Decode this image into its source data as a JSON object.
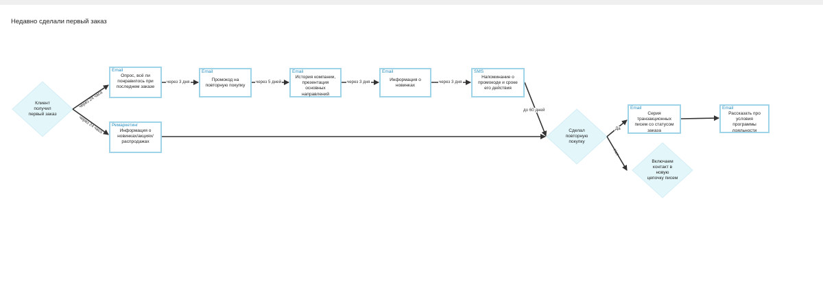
{
  "title": "Недавно сделали первый заказ",
  "nodes": {
    "start": "Клиент\nполучил\nпервый заказ",
    "email1": {
      "channel": "Email",
      "text": "Опрос, всё ли понравилось при последнем заказе"
    },
    "email2": {
      "channel": "Email",
      "text": "Промокод на повторную покупку"
    },
    "email3": {
      "channel": "Email",
      "text": "История компании, презентация основных направлений"
    },
    "email4": {
      "channel": "Email",
      "text": "Информация о новинках"
    },
    "sms1": {
      "channel": "SMS",
      "text": "Напоминание о промокоде и сроке его действия"
    },
    "remarketing": {
      "channel": "Ремаркетинг",
      "text": "Информация о новинках/акциях/распродажах"
    },
    "decision": "Сделал\nповторную\nпокупку",
    "email5": {
      "channel": "Email",
      "text": "Серия транзакционных писем со статусом заказа"
    },
    "email6": {
      "channel": "Email",
      "text": "Рассказать про условия программы лояльности"
    },
    "newchain": "Включаем\nконтакт в\nновую\nцепочку писем"
  },
  "edges": {
    "start_email1": "через 24 часа",
    "start_remarketing": "через 24 часа",
    "email1_email2": "через 3 дня",
    "email2_email3": "через 5 дней",
    "email3_email4": "через 3 дня",
    "email4_sms1": "через 3 дня",
    "sms1_decision": "до 60 дней",
    "decision_yes": "Да",
    "decision_no": "Нет"
  },
  "colors": {
    "box_border": "#9fd3e8",
    "diamond_fill": "#e3f6fa",
    "channel_text": "#2a8fc0",
    "arrow": "#333333"
  }
}
